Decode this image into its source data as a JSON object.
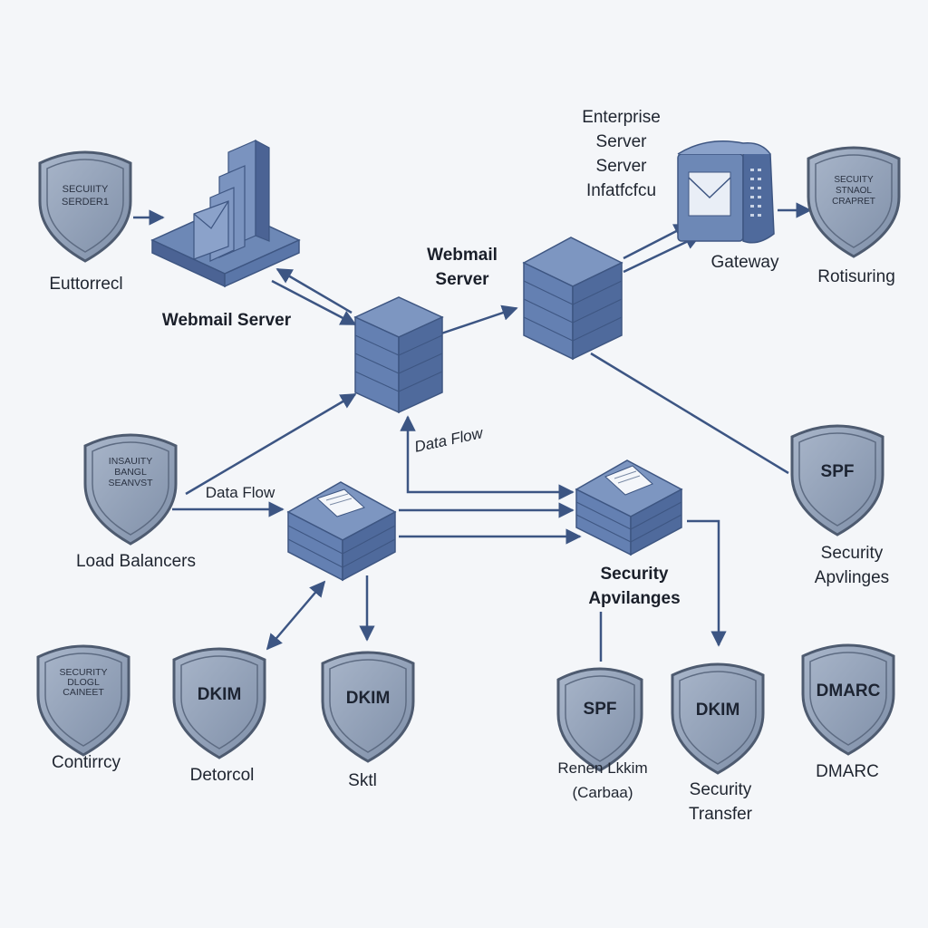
{
  "colors": {
    "background": "#f4f6f9",
    "shield_fill": "#8d9cb4",
    "shield_rim": "#4e5b70",
    "server_fill": "#6d88b6",
    "server_dark": "#4b6394",
    "arrow": "#3c5583"
  },
  "shields": {
    "top_left": {
      "line1": "SECUIITY",
      "line2": "SERDER1",
      "caption": "Euttorrecl"
    },
    "top_right": {
      "line1": "SECUITY",
      "line2": "STNAOL",
      "line3": "CRAPRET",
      "caption": "Rotisuring"
    },
    "mid_left": {
      "line1": "INSAUITY",
      "line2": "BANGL",
      "line3": "SEANVST",
      "caption": "Load Balancers"
    },
    "mid_right": {
      "label": "SPF",
      "caption": "Security\nApvlinges"
    },
    "bottom_1": {
      "line1": "SECURITY",
      "line2": "DLOGL",
      "line3": "CAINEET",
      "caption": "Contirrcy"
    },
    "bottom_2": {
      "label": "DKIM",
      "caption": "Detorcol"
    },
    "bottom_3": {
      "label": "DKIM",
      "caption": "Sktl"
    },
    "bottom_4": {
      "label": "SPF",
      "caption": "Renen Lkkim\n(Carbaa)"
    },
    "bottom_5": {
      "label": "DKIM",
      "caption": "Security\nTransfer"
    },
    "bottom_6": {
      "label": "DMARC",
      "caption": "DMARC"
    }
  },
  "labels": {
    "webmail_server_left": "Webmail Server",
    "webmail_server_top": "Webmail\nServer",
    "enterprise": "Enterprise\nServer\nServer\nInfatfcfcu",
    "gateway": "Gateway",
    "data_flow_1": "Data Flow",
    "data_flow_2": "Data Flow",
    "security_appliances": "Security\nApvilanges"
  }
}
